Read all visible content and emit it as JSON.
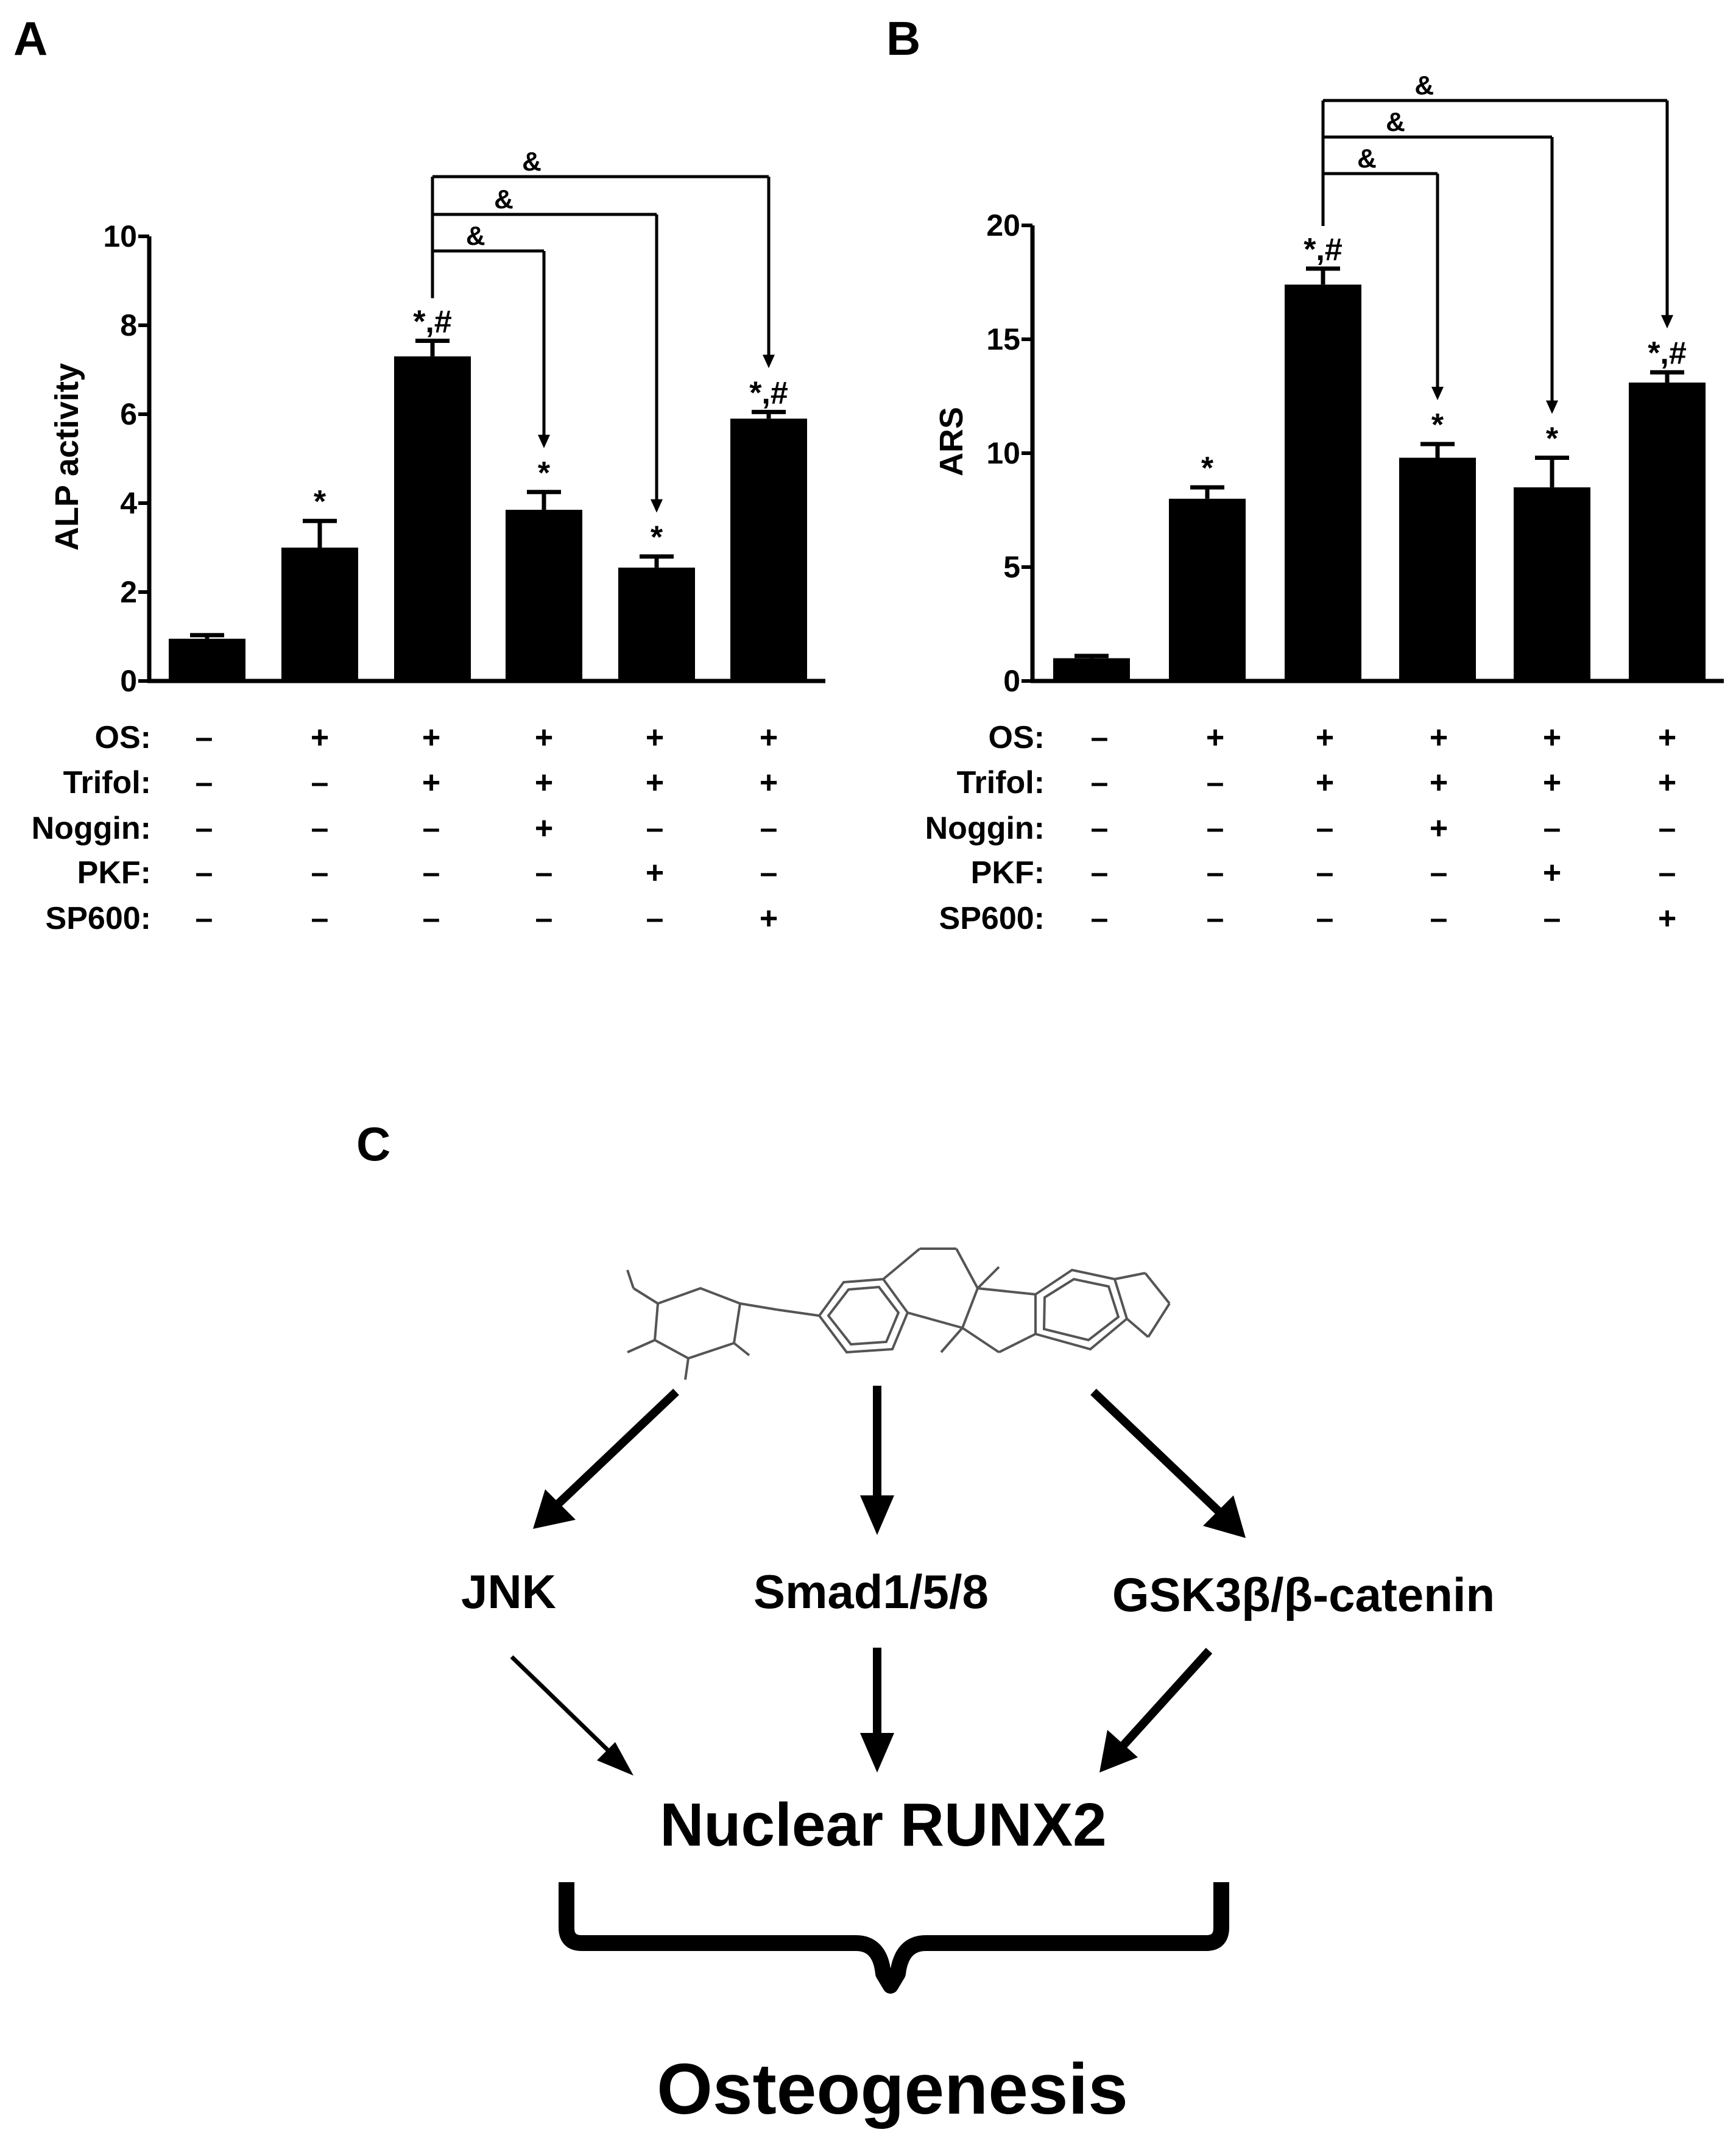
{
  "panels": {
    "a": {
      "letter": "A"
    },
    "b": {
      "letter": "B"
    },
    "c": {
      "letter": "C"
    }
  },
  "chart_data": [
    {
      "type": "bar",
      "panel": "A",
      "ylabel": "ALP activity",
      "ylim": [
        0,
        10
      ],
      "yticks": [
        0,
        2,
        4,
        6,
        8,
        10
      ],
      "values": [
        0.95,
        3.0,
        7.3,
        3.85,
        2.55,
        5.9
      ],
      "errors": [
        0.08,
        0.6,
        0.35,
        0.4,
        0.25,
        0.15
      ],
      "significance": [
        "",
        "*",
        "*,#",
        "*",
        "*",
        "*,#"
      ],
      "comparison_symbol": "&",
      "comparisons": [
        [
          2,
          3
        ],
        [
          2,
          4
        ],
        [
          2,
          5
        ]
      ]
    },
    {
      "type": "bar",
      "panel": "B",
      "ylabel": "ARS",
      "ylim": [
        0,
        20
      ],
      "yticks": [
        0,
        5,
        10,
        15,
        20
      ],
      "values": [
        1.0,
        8.0,
        17.4,
        9.8,
        8.5,
        13.1
      ],
      "errors": [
        0.1,
        0.5,
        0.7,
        0.6,
        1.3,
        0.45
      ],
      "significance": [
        "",
        "*",
        "*,#",
        "*",
        "*",
        "*,#"
      ],
      "comparison_symbol": "&",
      "comparisons": [
        [
          2,
          3
        ],
        [
          2,
          4
        ],
        [
          2,
          5
        ]
      ]
    }
  ],
  "conditions": {
    "rows": [
      {
        "label": "OS:",
        "signs": [
          "–",
          "+",
          "+",
          "+",
          "+",
          "+"
        ]
      },
      {
        "label": "Trifol:",
        "signs": [
          "–",
          "–",
          "+",
          "+",
          "+",
          "+"
        ]
      },
      {
        "label": "Noggin:",
        "signs": [
          "–",
          "–",
          "–",
          "+",
          "–",
          "–"
        ]
      },
      {
        "label": "PKF:",
        "signs": [
          "–",
          "–",
          "–",
          "–",
          "+",
          "–"
        ]
      },
      {
        "label": "SP600:",
        "signs": [
          "–",
          "–",
          "–",
          "–",
          "–",
          "+"
        ]
      }
    ]
  },
  "diagram": {
    "molecule_icon": "trifolirhizin-structure-icon",
    "pathways": [
      "JNK",
      "Smad1/5/8",
      "GSK3β/β-catenin"
    ],
    "target": "Nuclear RUNX2",
    "outcome": "Osteogenesis"
  }
}
